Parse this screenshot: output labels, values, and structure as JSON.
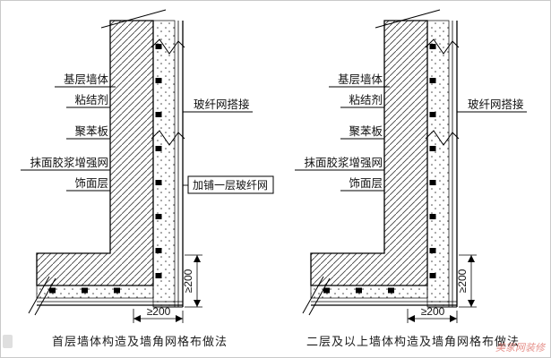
{
  "diagrams": [
    {
      "caption": "首层墙体构造及墙角网格布做法",
      "labels": {
        "base_wall": "基层墙体",
        "adhesive": "粘结剂",
        "eps_board": "聚苯板",
        "mesh_mortar": "抹面胶浆增强网",
        "finish_layer": "饰面层",
        "mesh_lap": "玻纤网搭接",
        "extra_mesh": "加铺一层玻纤网"
      },
      "dimensions": {
        "vertical": "≥200",
        "horizontal": "≥200"
      }
    },
    {
      "caption": "二层及以上墙体构造及墙角网格布做法",
      "labels": {
        "base_wall": "基层墙体",
        "adhesive": "粘结剂",
        "eps_board": "聚苯板",
        "mesh_mortar": "抹面胶浆增强网",
        "finish_layer": "饰面层",
        "mesh_lap": "玻纤网搭接"
      },
      "dimensions": {
        "vertical": "≥200",
        "horizontal": "≥200"
      }
    }
  ],
  "watermark": {
    "text": "美家网装修",
    "color": "#dd6b63"
  }
}
